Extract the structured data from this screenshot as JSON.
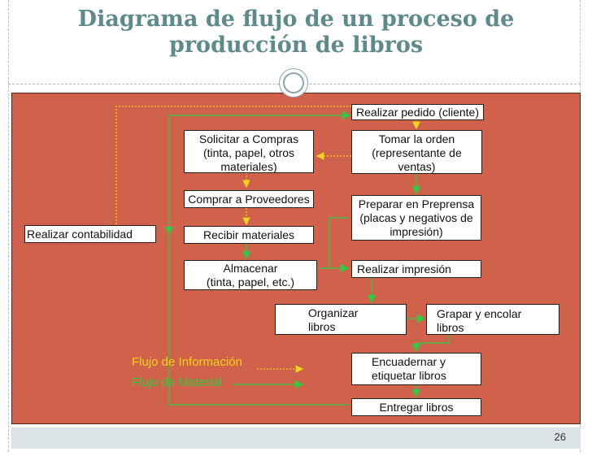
{
  "slide": {
    "title": "Diagrama de flujo de un proceso de\nproducción de libros",
    "page_number": "26"
  },
  "nodes": {
    "realizar_pedido": "Realizar pedido (cliente)",
    "tomar_orden": "Tomar la orden\n(representante de\nventas)",
    "solicitar_compras": "Solicitar a Compras\n(tinta, papel, otros\nmateriales)",
    "comprar_proveedores": "Comprar a Proveedores",
    "preparar_preprensa": "Preparar en Preprensa\n(placas y negativos de\nimpresión)",
    "realizar_contabilidad": "Realizar contabilidad",
    "recibir_materiales": "Recibir materiales",
    "almacenar": "Almacenar\n(tinta, papel, etc.)",
    "realizar_impresion": "Realizar impresión",
    "organizar_libros": "Organizar\nlibros",
    "grapar_encolar": "Grapar y encolar\nlibros",
    "encuadernar": "Encuadernar y\netiquetar libros",
    "entregar_libros": "Entregar libros"
  },
  "legend": {
    "information_label": "Flujo de Información",
    "material_label": "Flujo de Material"
  },
  "colors": {
    "background": "#d0614a",
    "information_flow": "#f7d21a",
    "material_flow": "#2ecc40",
    "title": "#5f8a8b"
  }
}
